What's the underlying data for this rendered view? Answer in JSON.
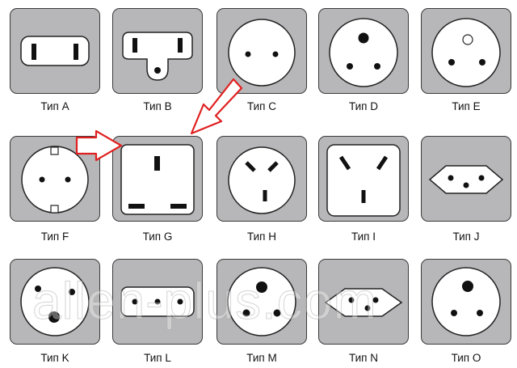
{
  "sockets": [
    {
      "id": "A",
      "label": "Тип A"
    },
    {
      "id": "B",
      "label": "Тип B"
    },
    {
      "id": "C",
      "label": "Тип C"
    },
    {
      "id": "D",
      "label": "Тип D"
    },
    {
      "id": "E",
      "label": "Тип E"
    },
    {
      "id": "F",
      "label": "Тип F"
    },
    {
      "id": "G",
      "label": "Тип G"
    },
    {
      "id": "H",
      "label": "Тип H"
    },
    {
      "id": "I",
      "label": "Тип I"
    },
    {
      "id": "J",
      "label": "Тип J"
    },
    {
      "id": "K",
      "label": "Тип K"
    },
    {
      "id": "L",
      "label": "Тип L"
    },
    {
      "id": "M",
      "label": "Тип M"
    },
    {
      "id": "N",
      "label": "Тип N"
    },
    {
      "id": "O",
      "label": "Тип O"
    }
  ],
  "watermark": "allen-plus.com",
  "colors": {
    "tile": "#b7b7b9",
    "face": "#ffffff",
    "hole": "#111111",
    "arrow": "#e02020"
  },
  "highlighted": [
    "G"
  ]
}
